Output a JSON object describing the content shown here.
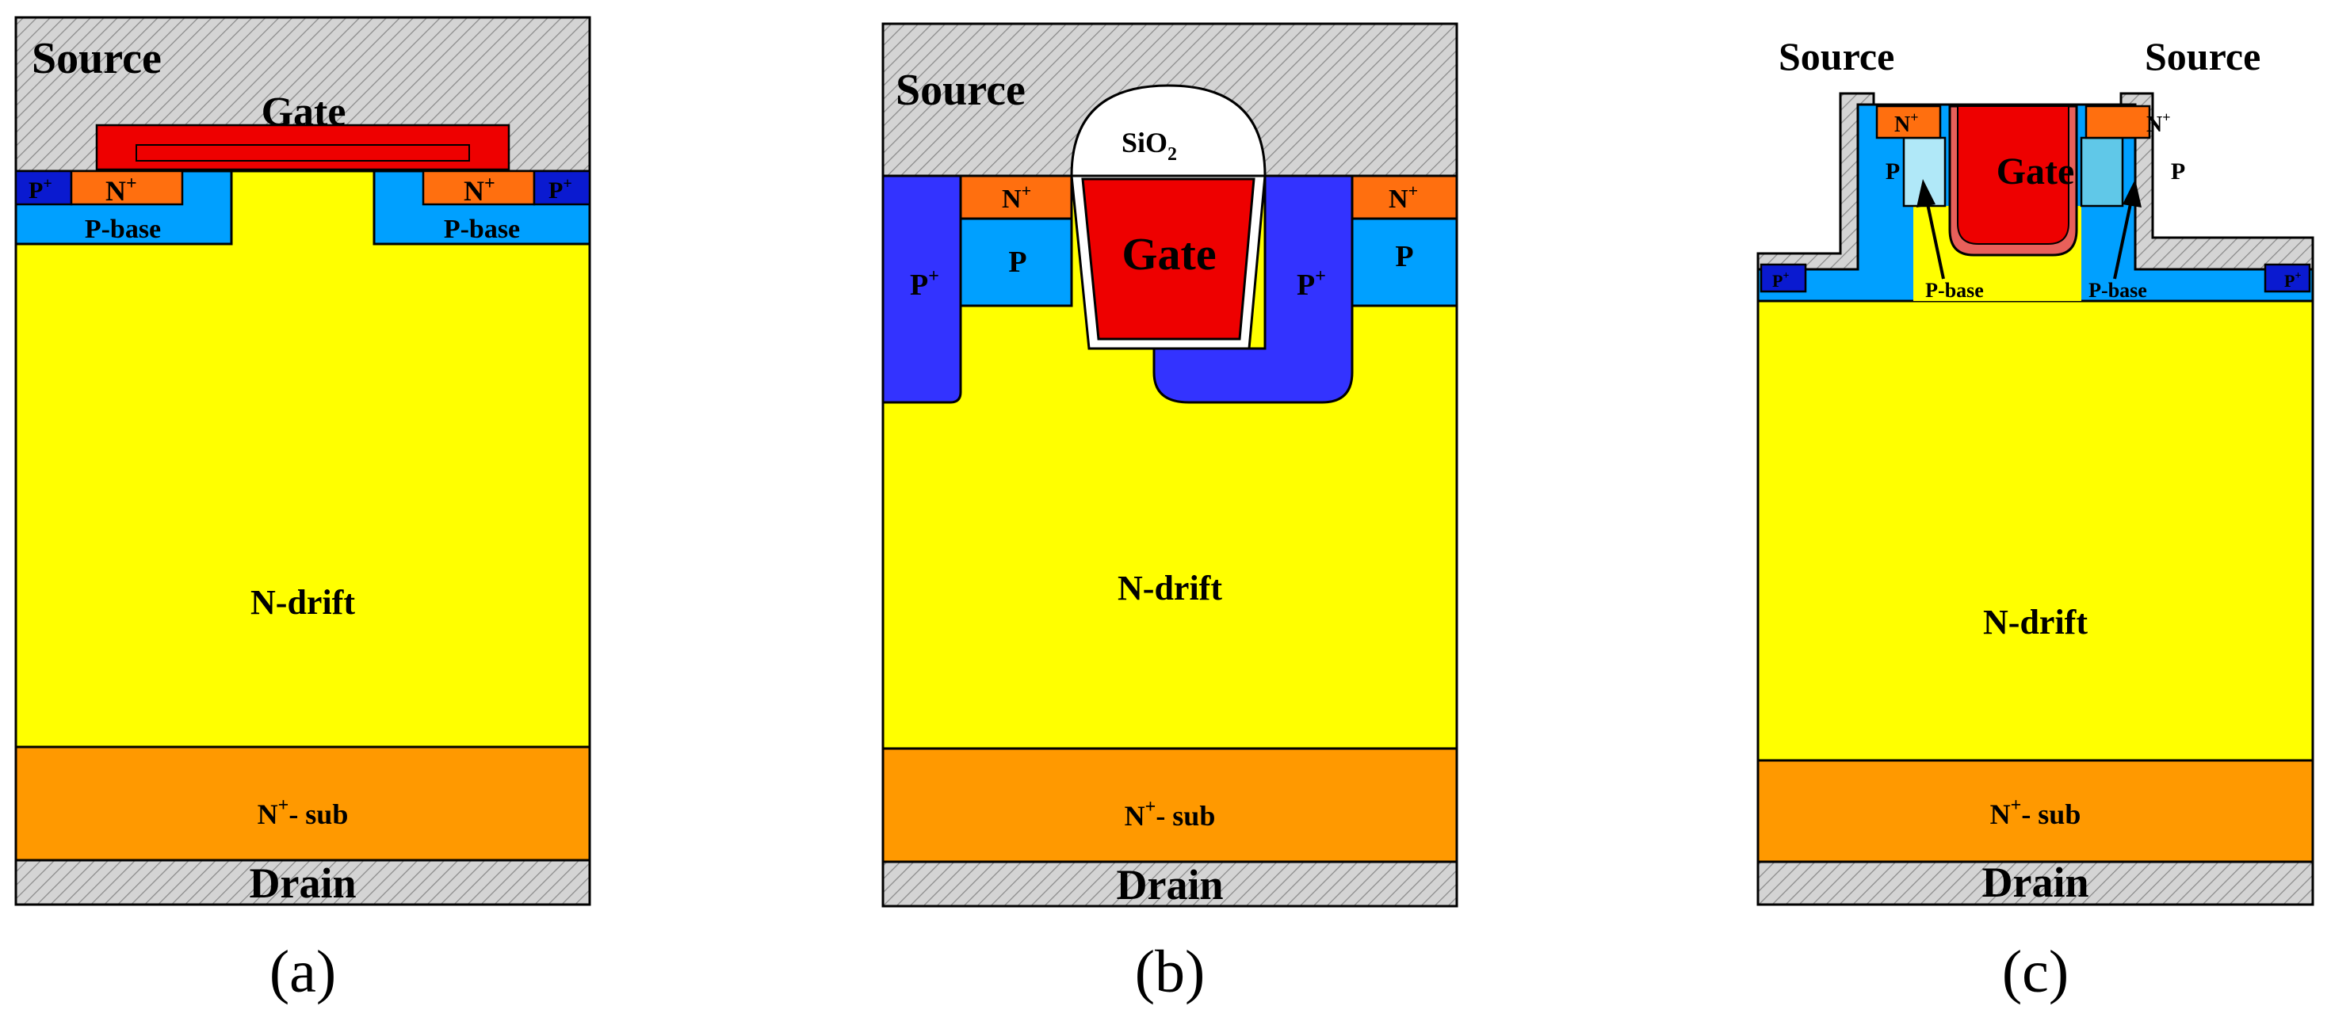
{
  "colors": {
    "drift": "#FFFF00",
    "substrate": "#FF9900",
    "nplus": "#FF6F0F",
    "pbase": "#00A0FF",
    "pplus": "#3333FF",
    "pplus_dark": "#0A1AD0",
    "gate": "#EE0000",
    "metal_hatch": "#C8C8C8",
    "oxide": "#FFFFFF",
    "light_p": "#B0E8F8",
    "mid_p": "#60C8E8"
  },
  "panels": [
    {
      "id": "a",
      "caption": "(a)",
      "labels": {
        "source": "Source",
        "gate": "Gate",
        "pplus_left": "P",
        "pplus_right": "P",
        "nplus_left": "N",
        "nplus_right": "N",
        "pbase_left": "P-base",
        "pbase_right": "P-base",
        "drift": "N-drift",
        "sub": "N",
        "sub_suffix": "- sub",
        "drain": "Drain",
        "plus": "+"
      }
    },
    {
      "id": "b",
      "caption": "(b)",
      "labels": {
        "source": "Source",
        "oxide": "SiO",
        "oxide_sub": "2",
        "gate": "Gate",
        "nplus_left": "N",
        "nplus_right": "N",
        "p_left": "P",
        "p_right": "P",
        "pplus_left": "P",
        "pplus_right": "P",
        "drift": "N-drift",
        "sub": "N",
        "sub_suffix": "- sub",
        "drain": "Drain",
        "plus": "+"
      }
    },
    {
      "id": "c",
      "caption": "(c)",
      "labels": {
        "source_left": "Source",
        "source_right": "Source",
        "gate": "Gate",
        "nplus_left": "N",
        "nplus_right": "N",
        "p_left": "P",
        "p_right": "P",
        "pbase_left": "P-base",
        "pbase_right": "P-base",
        "pplus_left": "P",
        "pplus_right": "P",
        "drift": "N-drift",
        "sub": "N",
        "sub_suffix": "- sub",
        "drain": "Drain",
        "plus": "+"
      }
    }
  ]
}
